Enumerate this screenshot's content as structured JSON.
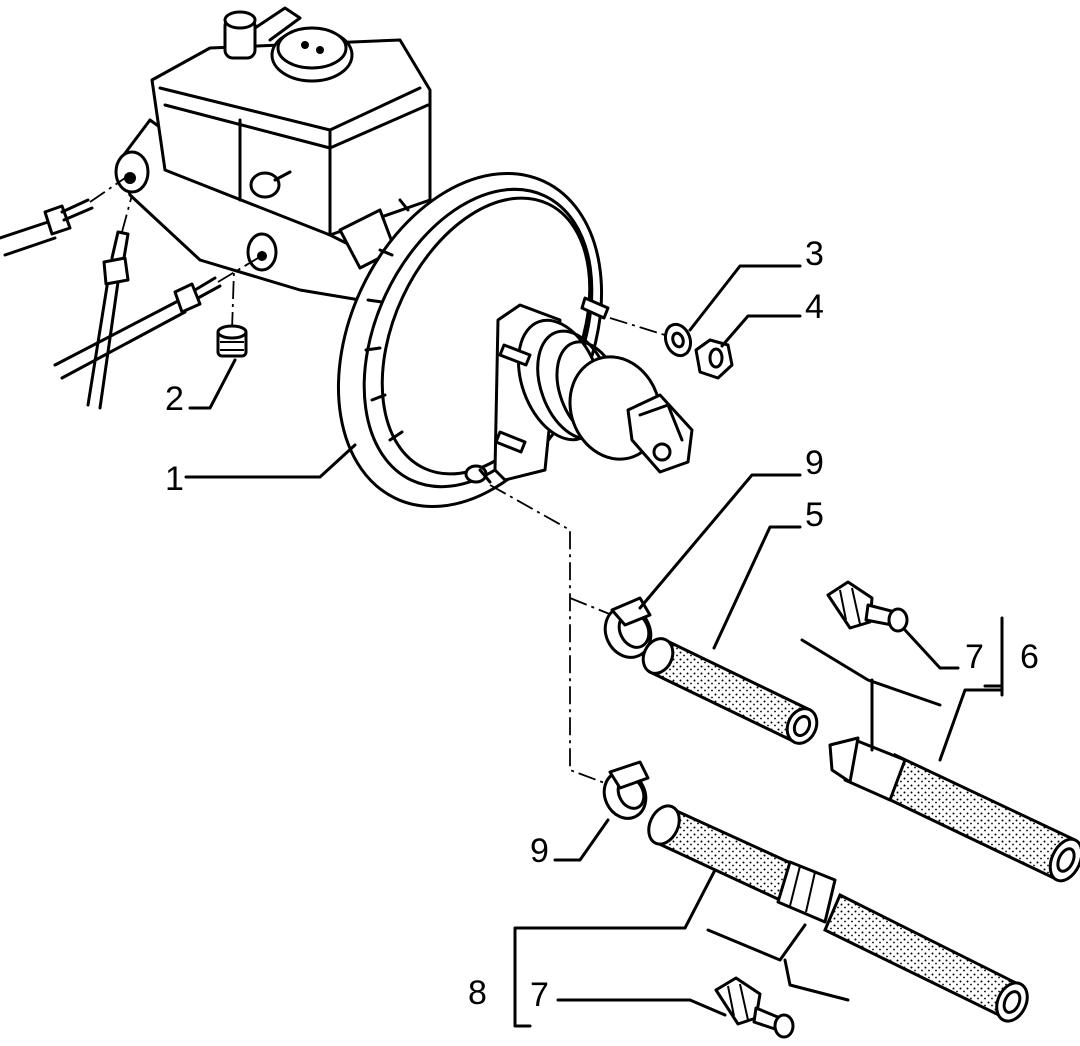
{
  "labels": {
    "l1": "1",
    "l2": "2",
    "l3": "3",
    "l4": "4",
    "l5": "5",
    "l6": "6",
    "l7a": "7",
    "l7b": "7",
    "l8": "8",
    "l9a": "9",
    "l9b": "9"
  }
}
